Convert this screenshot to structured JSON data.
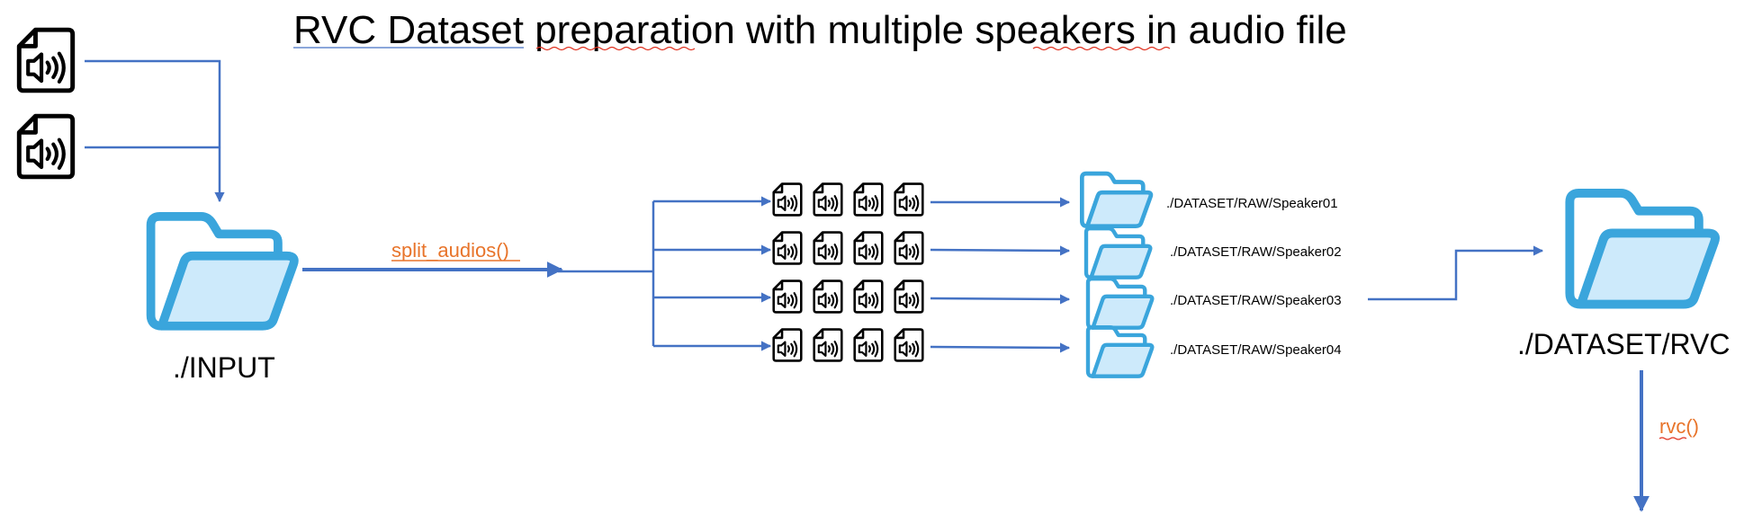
{
  "title": "RVC Dataset preparation with multiple speakers in audio file",
  "input_folder_label": "./INPUT",
  "split_function": "split_audios()",
  "speaker_folders": [
    "./DATASET/RAW/Speaker01",
    "./DATASET/RAW/Speaker02",
    "./DATASET/RAW/Speaker03",
    "./DATASET/RAW/Speaker04"
  ],
  "output_folder_label": "./DATASET/RVC",
  "rvc_function": "rvc()",
  "icons": {
    "audio_file": "audio-file-icon",
    "folder": "folder-icon"
  },
  "colors": {
    "arrow": "#4472c4",
    "folder_stroke": "#3aa5dc",
    "folder_fill": "#cdeafb",
    "function_text": "#e8742a"
  }
}
